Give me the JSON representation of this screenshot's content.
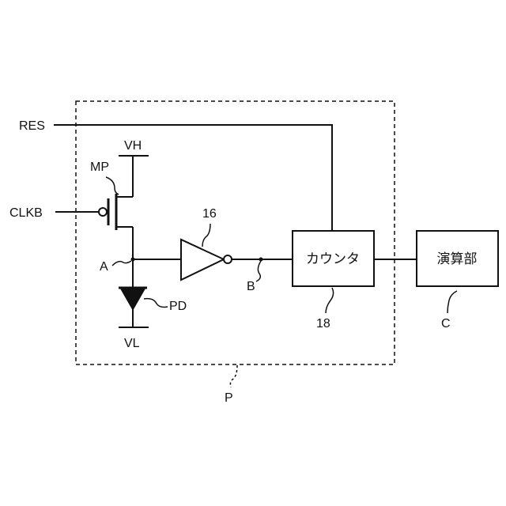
{
  "labels": {
    "res": "RES",
    "clkb": "CLKB",
    "vh": "VH",
    "mp": "MP",
    "vl": "VL",
    "pd": "PD",
    "node_a": "A",
    "node_b": "B",
    "inverter_ref": "16",
    "counter_ref": "18",
    "calc_ref": "C",
    "pixel_ref": "P"
  },
  "blocks": {
    "counter": "カウンタ",
    "calc_unit": "演算部"
  }
}
